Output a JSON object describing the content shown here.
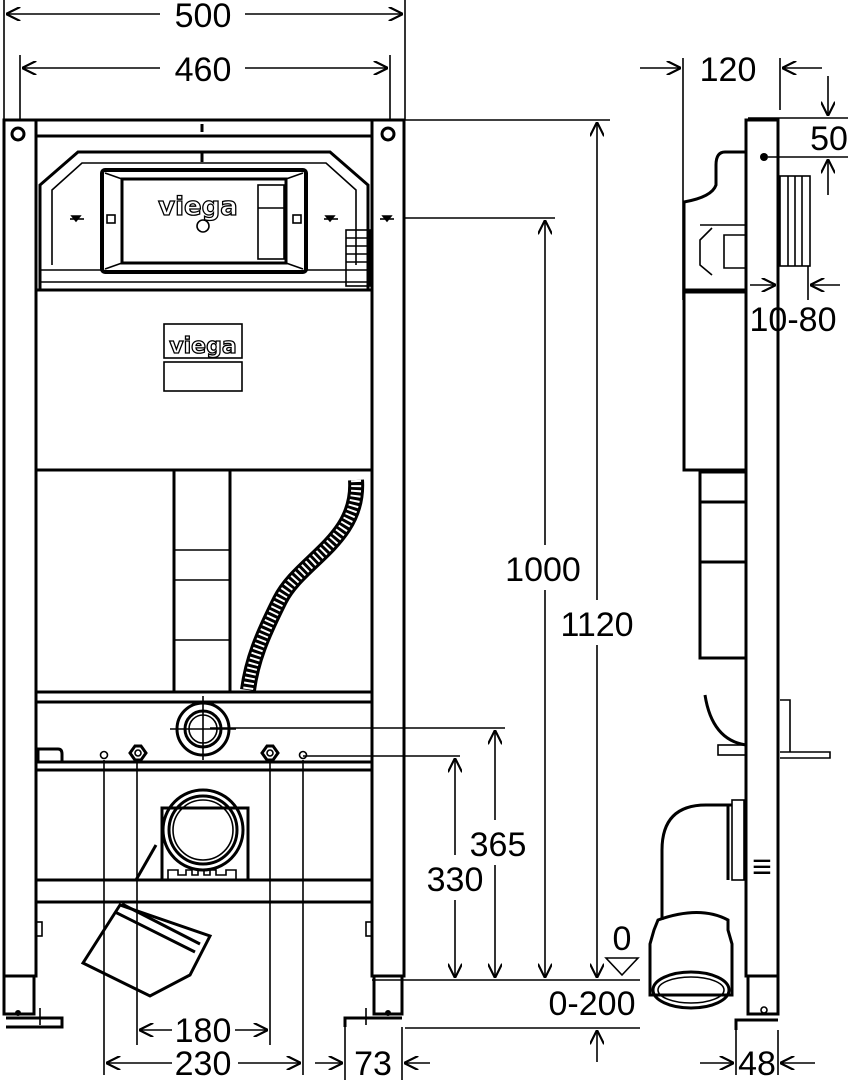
{
  "drawing": {
    "front_view": {
      "brand_logo_top": "viega",
      "brand_logo_plate": "viega",
      "dimensions": {
        "overall_width": "500",
        "inner_width": "460",
        "height_actuation": "1000",
        "height_total": "1120",
        "height_wc_connection": "365",
        "height_fixing_bolts": "330",
        "bolt_spacing_inner": "180",
        "bolt_spacing_outer": "230",
        "foot_width": "73",
        "floor_level": "0",
        "foot_adjustment": "0-200"
      }
    },
    "side_view": {
      "dimensions": {
        "depth": "120",
        "top_offset": "50",
        "wall_distance": "10-80",
        "foot_depth": "48"
      }
    },
    "colors": {
      "line": "#000000",
      "background": "#ffffff"
    }
  }
}
